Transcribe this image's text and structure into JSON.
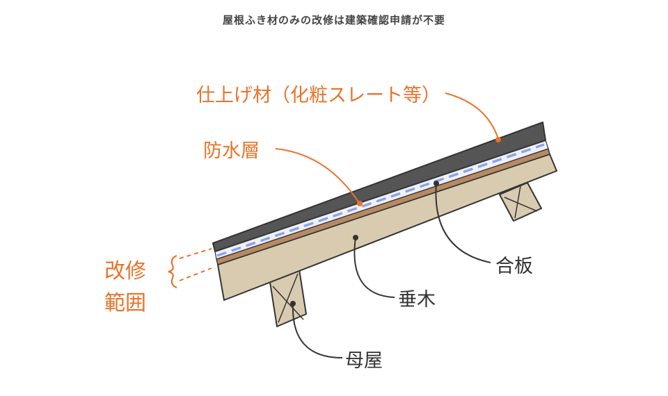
{
  "title": "屋根ふき材のみの改修は建築確認申請が不要",
  "labels": {
    "finish": "仕上げ材（化粧スレート等）",
    "waterproof": "防水層",
    "range_line1": "改修",
    "range_line2": "範囲",
    "plywood": "合板",
    "rafter": "垂木",
    "purlin": "母屋"
  },
  "colors": {
    "accent": "#E8732A",
    "ink": "#333333",
    "slate": "#555555",
    "wood": "#D9CBB0",
    "plywood": "#B88A62",
    "waterproof": "#A9B7E8",
    "title": "#444444"
  }
}
